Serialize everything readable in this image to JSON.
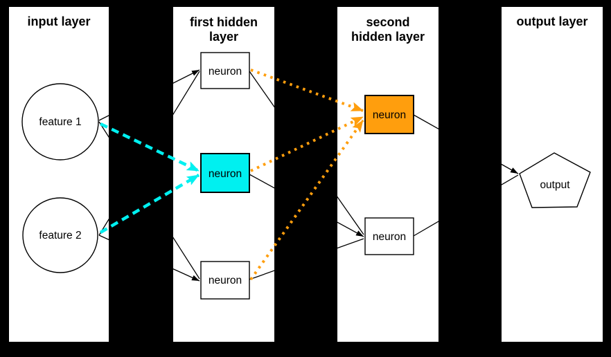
{
  "colors": {
    "background": "#000000",
    "panel": "#ffffff",
    "node_white": "#ffffff",
    "cyan": "#00F0F0",
    "orange": "#FF9E0D",
    "edge_black": "#000000",
    "text": "#000000"
  },
  "layers": {
    "input": {
      "title": "input layer"
    },
    "hidden1": {
      "title_line1": "first hidden",
      "title_line2": "layer"
    },
    "hidden2": {
      "title_line1": "second",
      "title_line2": "hidden layer"
    },
    "output": {
      "title": "output layer"
    }
  },
  "nodes": {
    "feature1": {
      "label": "feature 1",
      "shape": "circle"
    },
    "feature2": {
      "label": "feature 2",
      "shape": "circle"
    },
    "hidden1_top": {
      "label": "neuron",
      "shape": "rect",
      "fill": "white"
    },
    "hidden1_middle": {
      "label": "neuron",
      "shape": "rect",
      "fill": "cyan"
    },
    "hidden1_bottom": {
      "label": "neuron",
      "shape": "rect",
      "fill": "white"
    },
    "hidden2_top": {
      "label": "neuron",
      "shape": "rect",
      "fill": "orange"
    },
    "hidden2_bottom": {
      "label": "neuron",
      "shape": "rect",
      "fill": "white"
    },
    "output": {
      "label": "output",
      "shape": "pentagon"
    }
  },
  "edges": [
    {
      "from": "feature1",
      "to": "hidden1_top",
      "style": "solid-black"
    },
    {
      "from": "feature2",
      "to": "hidden1_top",
      "style": "solid-black"
    },
    {
      "from": "feature1",
      "to": "hidden1_middle",
      "style": "dashed-cyan"
    },
    {
      "from": "feature2",
      "to": "hidden1_middle",
      "style": "dashed-cyan"
    },
    {
      "from": "feature1",
      "to": "hidden1_bottom",
      "style": "solid-black"
    },
    {
      "from": "feature2",
      "to": "hidden1_bottom",
      "style": "solid-black"
    },
    {
      "from": "hidden1_top",
      "to": "hidden2_top",
      "style": "dotted-orange"
    },
    {
      "from": "hidden1_middle",
      "to": "hidden2_top",
      "style": "dotted-orange"
    },
    {
      "from": "hidden1_bottom",
      "to": "hidden2_top",
      "style": "dotted-orange"
    },
    {
      "from": "hidden1_top",
      "to": "hidden2_bottom",
      "style": "solid-black"
    },
    {
      "from": "hidden1_middle",
      "to": "hidden2_bottom",
      "style": "solid-black"
    },
    {
      "from": "hidden1_bottom",
      "to": "hidden2_bottom",
      "style": "solid-black"
    },
    {
      "from": "hidden2_top",
      "to": "output",
      "style": "solid-black"
    },
    {
      "from": "hidden2_bottom",
      "to": "output",
      "style": "solid-black"
    }
  ]
}
